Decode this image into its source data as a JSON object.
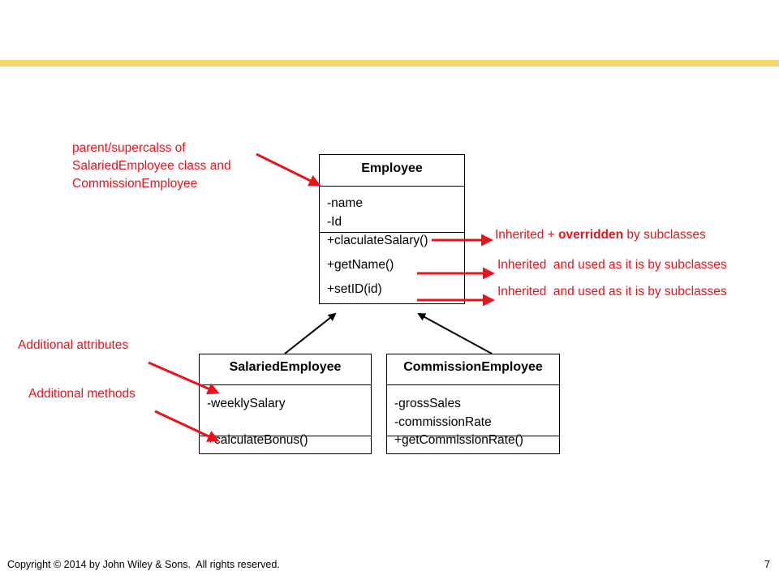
{
  "colors": {
    "accent_bar": "#f3d56a",
    "annotation": "#e8131b",
    "line": "#000000"
  },
  "employee": {
    "name": "Employee",
    "attributes": [
      "-name",
      "-Id"
    ],
    "methods": [
      "+claculateSalary()",
      "+getName()",
      "+setID(id)"
    ]
  },
  "salaried": {
    "name": "SalariedEmployee",
    "attributes": [
      "-weeklySalary"
    ],
    "methods": [
      "+calculateBonus()"
    ]
  },
  "commission": {
    "name": "CommissionEmployee",
    "attributes": [
      "-grossSales",
      "-commissionRate"
    ],
    "methods": [
      "+getCommissionRate()"
    ]
  },
  "annotations": {
    "parent_note": [
      "parent/supercalss of",
      "SalariedEmployee class and",
      "CommissionEmployee"
    ],
    "inherited_overridden": {
      "prefix": "Inherited + ",
      "bold": "overridden",
      "suffix": " by subclasses"
    },
    "inherited_used_1": "Inherited  and used as it is by subclasses",
    "inherited_used_2": "Inherited  and used as it is by subclasses",
    "additional_attributes": "Additional attributes",
    "additional_methods": "Additional methods"
  },
  "footer": {
    "copyright": "Copyright © 2014 by John Wiley & Sons.  All rights reserved.",
    "page_number": "7"
  }
}
